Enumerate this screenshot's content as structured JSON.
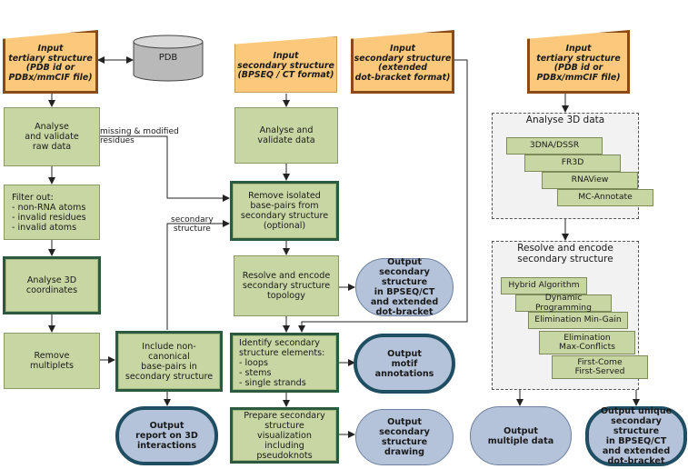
{
  "inputs": {
    "pdb_left": "Input\ntertiary structure\n(PDB id or\nPDBx/mmCIF file)",
    "bpseq": "Input\nsecondary structure\n(BPSEQ / CT format)",
    "dotbracket": "Input\nsecondary structure\n(extended\ndot-bracket format)",
    "pdb_right": "Input\ntertiary structure\n(PDB id or\nPDBx/mmCIF file)"
  },
  "database": {
    "label": "PDB"
  },
  "left_column": {
    "analyse_raw": "Analyse\nand validate\nraw data",
    "filter": "Filter out:\n- non-RNA atoms\n- invalid residues\n- invalid atoms",
    "analyse_3d": "Analyse 3D\ncoordinates",
    "remove_multiplets": "Remove\nmultiplets",
    "include_noncanonical": "Include non-canonical\nbase-pairs in\nsecondary structure"
  },
  "middle_column": {
    "analyse_validate": "Analyse and\nvalidate data",
    "remove_isolated": "Remove isolated\nbase-pairs from\nsecondary structure\n(optional)",
    "resolve_encode": "Resolve and encode\nsecondary structure\ntopology",
    "identify_elements": "Identify secondary\nstructure elements:\n- loops\n- stems\n- single strands",
    "prepare_vis": "Prepare secondary\nstructure visualization\nincluding pseudoknots"
  },
  "outputs": {
    "bpseq_ct": "Output\nsecondary structure\nin BPSEQ/CT\nand extended\ndot-bracket",
    "motif": "Output\nmotif annotations",
    "drawing": "Output\nsecondary\nstructure\ndrawing",
    "report_3d": "Output\nreport on 3D\ninteractions",
    "multiple": "Output\nmultiple data",
    "unique": "Output unique\nsecondary structure\nin BPSEQ/CT\nand extended\ndot-bracket"
  },
  "edge_labels": {
    "missing_modified": "missing & modified\nresidues",
    "secondary_structure": "secondary\nstructure"
  },
  "analyse_3d_group": {
    "title": "Analyse 3D data",
    "tools": [
      "3DNA/DSSR",
      "FR3D",
      "RNAView",
      "MC-Annotate"
    ]
  },
  "resolve_group": {
    "title": "Resolve and encode\nsecondary structure",
    "algorithms": [
      "Hybrid Algorithm",
      "Dynamic Programming",
      "Elimination Min-Gain",
      "Elimination\nMax-Conflicts",
      "First-Come\nFirst-Served"
    ]
  }
}
